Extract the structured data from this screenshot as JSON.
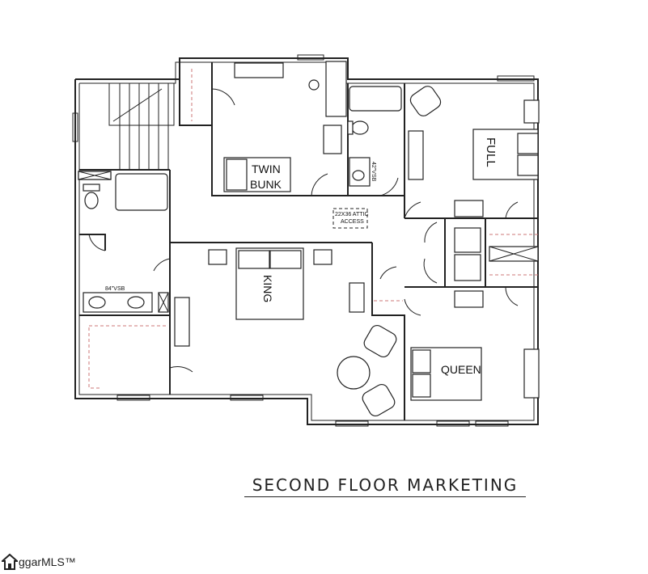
{
  "rooms": {
    "twin_bunk": "TWIN\nBUNK",
    "full": "FULL",
    "king": "KING",
    "queen": "QUEEN"
  },
  "notes": {
    "vsb42": "42\"VSB",
    "vsb84": "84\"VSB",
    "attic_line1": "22X36 ATTIC",
    "attic_line2": "ACCESS"
  },
  "caption": "SECOND FLOOR MARKETING",
  "watermark": "ggarMLS™"
}
